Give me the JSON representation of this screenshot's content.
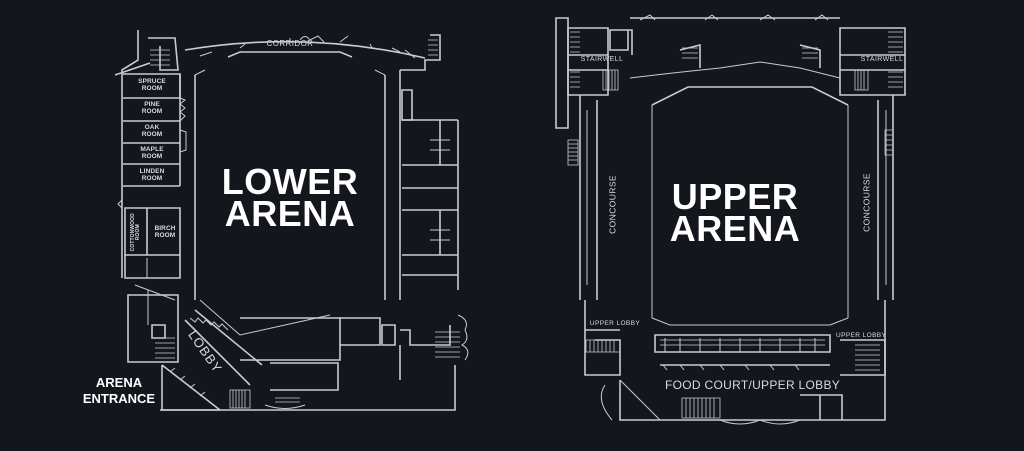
{
  "colors": {
    "background": "#14161e",
    "walls": "#c9cbd0",
    "label_primary": "#ffffff",
    "label_secondary": "#d8dade"
  },
  "lower_level": {
    "title": "LOWER ARENA",
    "title_line1": "LOWER",
    "title_line2": "ARENA",
    "corridor": "CORRIDOR",
    "lobby": "LOBBY",
    "entrance_line1": "ARENA",
    "entrance_line2": "ENTRANCE",
    "rooms": [
      {
        "line1": "SPRUCE",
        "line2": "ROOM"
      },
      {
        "line1": "PINE",
        "line2": "ROOM"
      },
      {
        "line1": "OAK",
        "line2": "ROOM"
      },
      {
        "line1": "MAPLE",
        "line2": "ROOM"
      },
      {
        "line1": "LINDEN",
        "line2": "ROOM"
      },
      {
        "line1": "COTTONWOOD",
        "line2": "ROOM"
      },
      {
        "line1": "BIRCH",
        "line2": "ROOM"
      }
    ]
  },
  "upper_level": {
    "title": "UPPER ARENA",
    "title_line1": "UPPER",
    "title_line2": "ARENA",
    "stairwell_left": "STAIRWELL",
    "stairwell_right": "STAIRWELL",
    "concourse_left": "CONCOURSE",
    "concourse_right": "CONCOURSE",
    "upper_lobby_left": "UPPER LOBBY",
    "upper_lobby_right": "UPPER LOBBY",
    "food_court": "FOOD COURT/UPPER LOBBY"
  }
}
